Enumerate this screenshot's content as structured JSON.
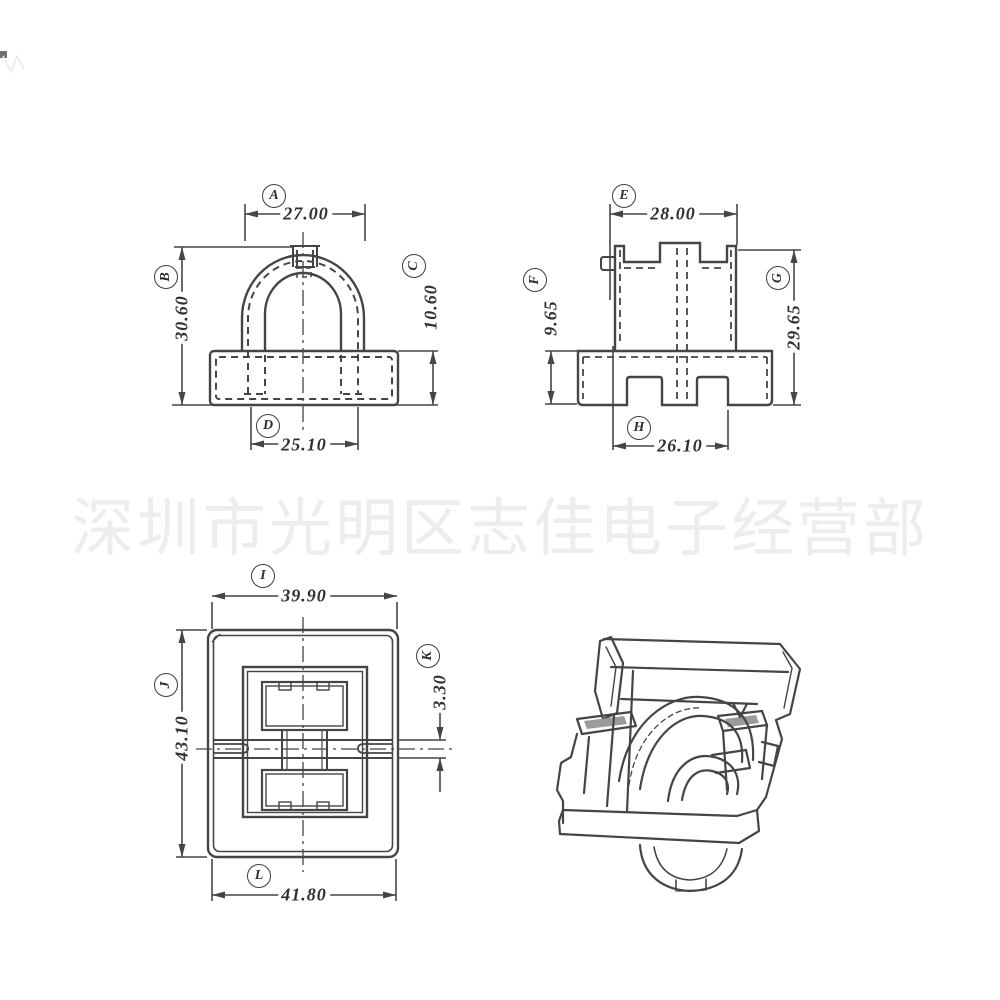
{
  "watermark": {
    "text": "深圳市光明区志佳电子经营部"
  },
  "colors": {
    "line": "#454545",
    "label_text": "#303030",
    "watermark": "#ededed",
    "slot_fill": "#9b9b9b"
  },
  "dims": {
    "a": {
      "label": "A",
      "value": "27.00"
    },
    "b": {
      "label": "B",
      "value": "30.60"
    },
    "c": {
      "label": "C",
      "value": "10.60"
    },
    "d": {
      "label": "D",
      "value": "25.10"
    },
    "e": {
      "label": "E",
      "value": "28.00"
    },
    "f": {
      "label": "F",
      "value": "9.65"
    },
    "g": {
      "label": "G",
      "value": "29.65"
    },
    "h": {
      "label": "H",
      "value": "26.10"
    },
    "i": {
      "label": "I",
      "value": "39.90"
    },
    "j": {
      "label": "J",
      "value": "43.10"
    },
    "k": {
      "label": "K",
      "value": "3.30"
    },
    "l": {
      "label": "L",
      "value": "41.80"
    }
  }
}
